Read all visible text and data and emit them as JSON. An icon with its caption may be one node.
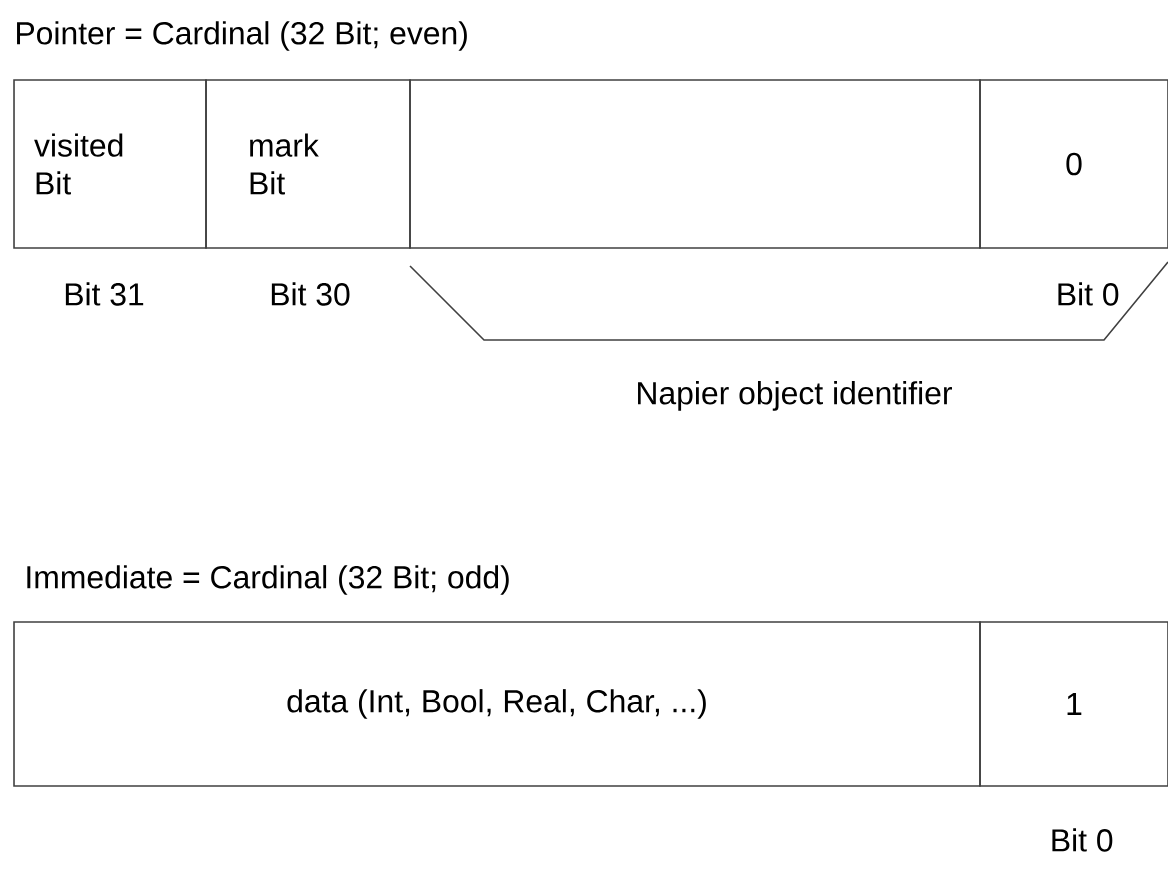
{
  "diagram": {
    "nodes": [
      {
        "text": [
          "visited Bit"
        ]
      },
      {
        "text": [
          "mark Bit"
        ]
      },
      {
        "text": [],
        "shape": "box"
      },
      {
        "text": [
          "0"
        ]
      },
      {
        "text": [
          "data (Int, Bool, Real, Char, ...)"
        ]
      },
      {
        "text": [
          "1"
        ]
      }
    ],
    "labels": [
      "Pointer = Cardinal (32 Bit; even)",
      "Bit 31",
      "Bit 30",
      "Bit 0",
      "Napier object identifier",
      "Immediate = Cardinal (32 Bit; odd)",
      "Bit 0"
    ]
  }
}
